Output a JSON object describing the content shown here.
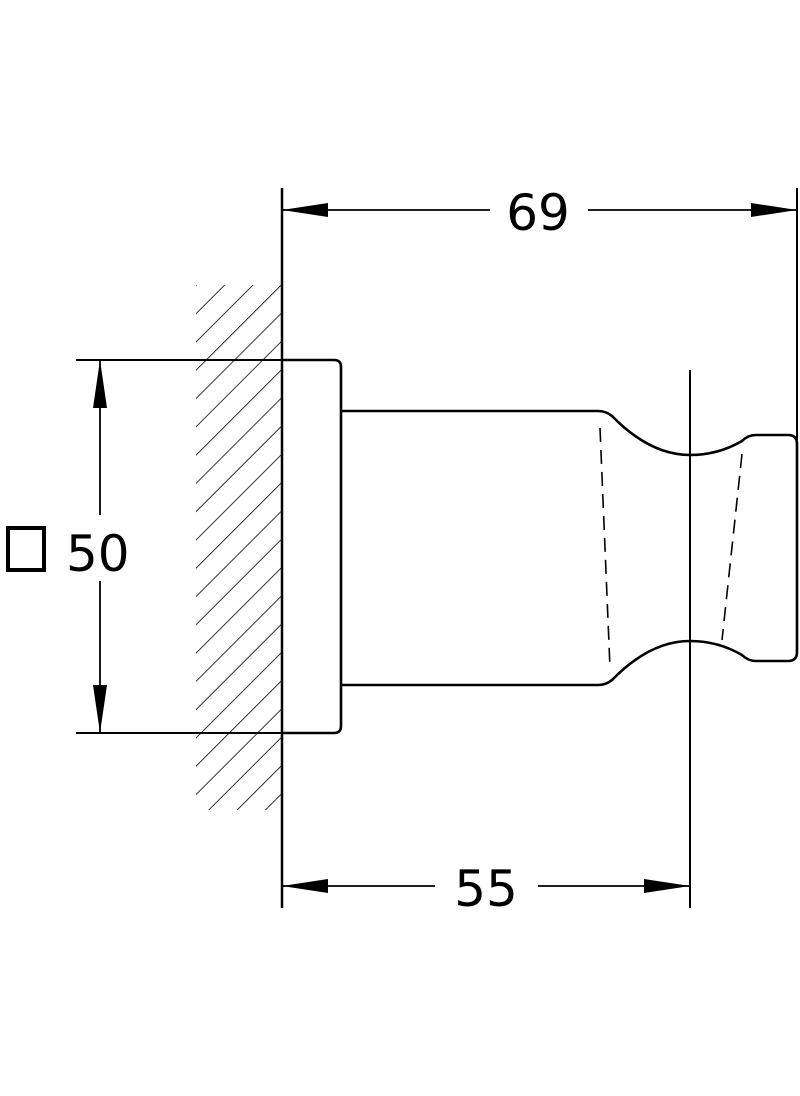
{
  "dimensions": {
    "overall_length": "69",
    "projection_length": "55",
    "square_size": "50"
  },
  "symbols": {
    "square_size_symbol": "square-symbol-icon"
  },
  "colors": {
    "line": "#000000",
    "background": "#ffffff"
  }
}
